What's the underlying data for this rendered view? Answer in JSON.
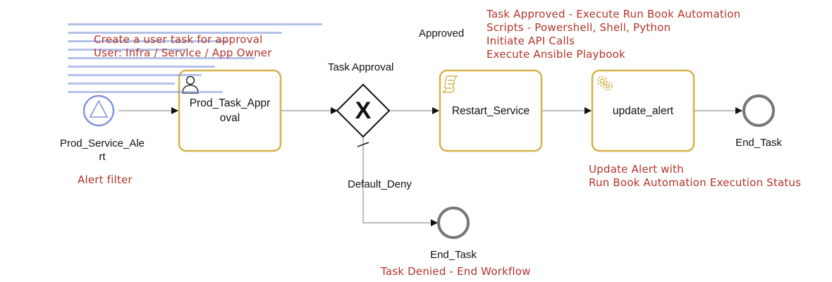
{
  "notes": {
    "create_task_line1": "Create a user task for approval",
    "create_task_line2": "User: Infra / Service / App Owner",
    "alert_filter": "Alert filter",
    "approved_header": "Task Approved - Execute Run Book Automation",
    "approved_line2": "Scripts - Powershell, Shell, Python",
    "approved_line3": "Initiate API Calls",
    "approved_line4": "Execute Ansible Playbook",
    "update_line1": "Update Alert with",
    "update_line2": "Run Book Automation Execution Status",
    "denied": "Task Denied - End Workflow"
  },
  "nodes": {
    "start_label_1": "Prod_Service_Ale",
    "start_label_2": "rt",
    "approval_task_line1": "Prod_Task_Appr",
    "approval_task_line2": "oval",
    "gateway_label": "Task Approval",
    "gateway_symbol": "X",
    "restart_task": "Restart_Service",
    "update_task": "update_alert",
    "end_task_1": "End_Task",
    "end_task_2": "End_Task"
  },
  "flows": {
    "approved": "Approved",
    "default_deny": "Default_Deny"
  },
  "icons": {
    "start": "triangle-signal-icon",
    "user_task": "user-icon",
    "script_task": "script-icon",
    "service_task": "gear-icon"
  },
  "colors": {
    "task_border": "#d4b24c",
    "start_event": "#8393de",
    "end_event": "#777777",
    "flow_line": "#bdbdbd",
    "annotation": "#b3352b"
  }
}
